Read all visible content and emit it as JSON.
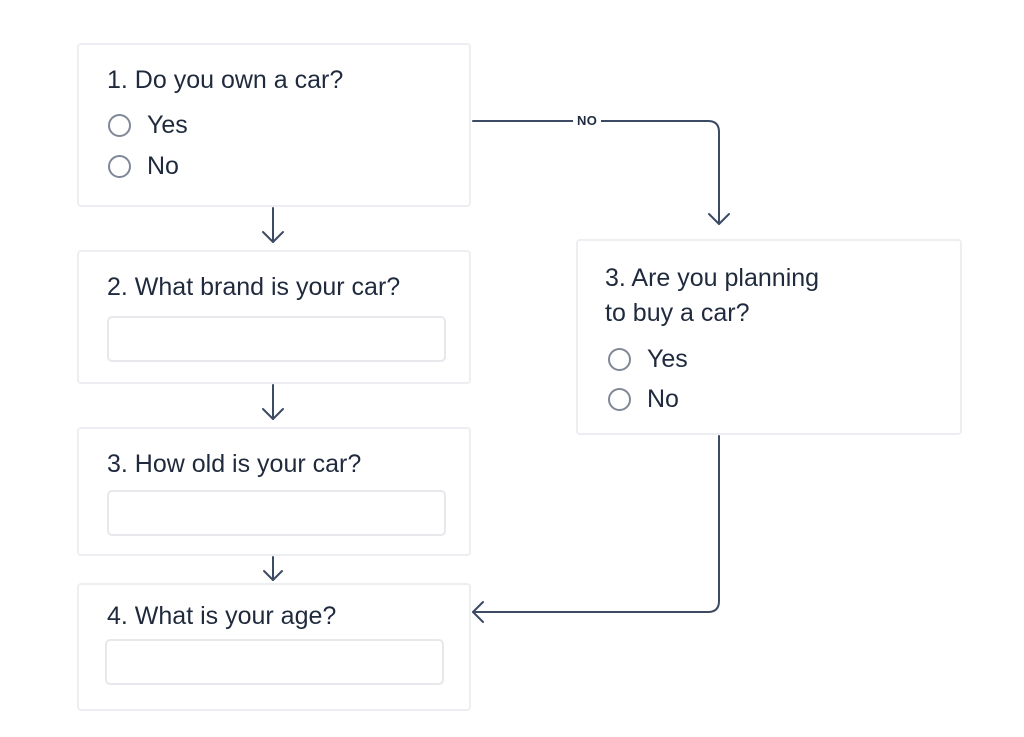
{
  "cards": {
    "q1": {
      "title": "1. Do you own a car?",
      "options": [
        "Yes",
        "No"
      ]
    },
    "q2": {
      "title": "2. What brand is your car?",
      "input_value": ""
    },
    "q3": {
      "title": "3. How old is your car?",
      "input_value": ""
    },
    "q4": {
      "title": "4. What is your age?",
      "input_value": ""
    },
    "q3b": {
      "title_line1": "3. Are you planning",
      "title_line2": "to buy a car?",
      "options": [
        "Yes",
        "No"
      ]
    }
  },
  "edges": {
    "branch_label": "NO"
  },
  "colors": {
    "arrow": "#3c4a63",
    "card_border": "#eceef1",
    "text": "#1f2a3d"
  }
}
